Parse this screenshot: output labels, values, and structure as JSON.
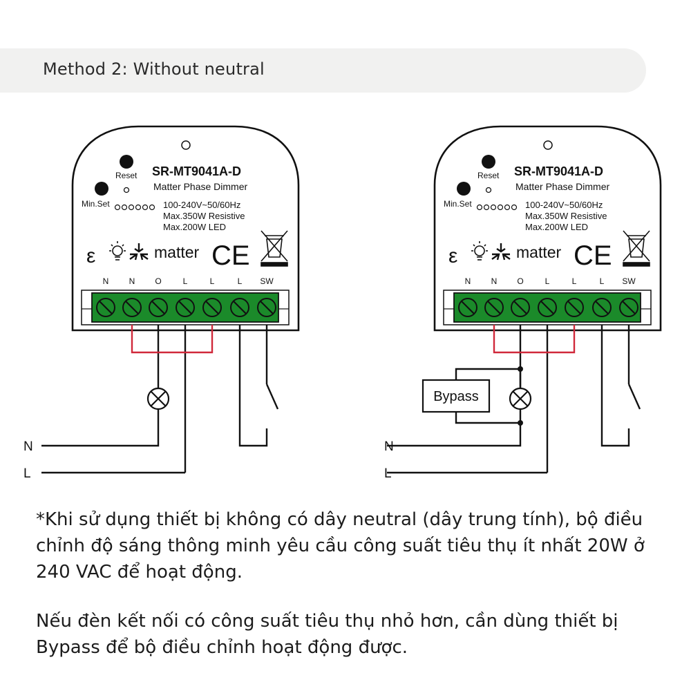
{
  "header": {
    "title": "Method 2: Without neutral"
  },
  "device": {
    "model": "SR-MT9041A-D",
    "subtitle": "Matter Phase Dimmer",
    "reset_label": "Reset",
    "minset_label": "Min.Set",
    "spec_line1": "100-240V~50/60Hz",
    "spec_line2": "Max.350W Resistive",
    "spec_line3": "Max.200W LED",
    "brand_logo": "matter",
    "ce_mark": "CE",
    "terminals": [
      "N",
      "N",
      "O",
      "L",
      "L",
      "L",
      "SW"
    ]
  },
  "wires": {
    "neutral": "N",
    "live": "L"
  },
  "bypass": {
    "label": "Bypass"
  },
  "icons": [
    "reset-button-icon",
    "minset-button-icon",
    "led-indicator-icon",
    "e-mark-icon",
    "bulb-icon",
    "matter-icon",
    "ce-mark-icon",
    "weee-bin-icon",
    "lamp-icon",
    "switch-icon"
  ],
  "colors": {
    "terminal_green": "#1b8a2a",
    "bridge_red": "#d0283a",
    "header_bg": "#f1f1f0"
  },
  "notes": {
    "note1": "*Khi sử dụng thiết bị không có dây neutral (dây trung tính), bộ điều chỉnh độ sáng thông minh yêu cầu công suất tiêu thụ ít nhất 20W ở 240 VAC để hoạt động.",
    "note2": "Nếu đèn kết nối có công suất tiêu thụ nhỏ hơn, cần dùng thiết bị Bypass để bộ điều chỉnh hoạt động được."
  }
}
